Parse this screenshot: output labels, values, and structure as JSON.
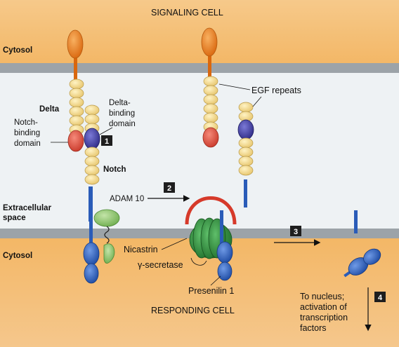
{
  "labels": {
    "signaling_cell": "SIGNALING CELL",
    "responding_cell": "RESPONDING CELL",
    "cytosol_top": "Cytosol",
    "cytosol_bottom": "Cytosol",
    "extracellular_line1": "Extracellular",
    "extracellular_line2": "space",
    "delta": "Delta",
    "notch": "Notch",
    "notch_binding_line1": "Notch-",
    "notch_binding_line2": "binding",
    "notch_binding_line3": "domain",
    "delta_binding_line1": "Delta-",
    "delta_binding_line2": "binding",
    "delta_binding_line3": "domain",
    "egf_repeats": "EGF repeats",
    "adam10": "ADAM 10",
    "nicastrin": "Nicastrin",
    "gamma_secretase": "γ-secretase",
    "presenilin": "Presenilin 1",
    "to_nucleus_line1": "To nucleus;",
    "to_nucleus_line2": "activation of",
    "to_nucleus_line3": "transcription",
    "to_nucleus_line4": "factors"
  },
  "steps": [
    "1",
    "2",
    "3",
    "4"
  ],
  "colors": {
    "cytosol": "#f3ba6e",
    "membrane": "#9aa0a6",
    "extracellular": "#eef2f4",
    "orange_head": "#e9801e",
    "egf_bead": "#f5dc8e",
    "notch_binding": "#e64b3c",
    "delta_binding": "#3f3d9e",
    "notch_domain": "#2a5cb8",
    "adam10": "#86c26a",
    "nicastrin_red": "#d63a2a",
    "secretase_green": "#2e8a3a",
    "step_box": "#1e1e1e"
  }
}
